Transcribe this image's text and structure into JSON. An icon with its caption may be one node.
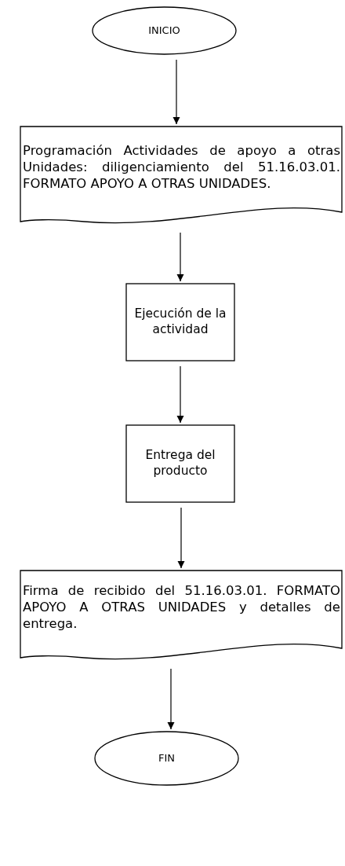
{
  "diagram": {
    "nodes": [
      {
        "text": [
          "INICIO"
        ]
      },
      {
        "text": [
          "Programación Actividades de apoyo a otras Unidades: diligenciamiento del 51.16.03.01. FORMATO APOYO A OTRAS UNIDADES."
        ]
      },
      {
        "text": [
          "Ejecución de la actividad"
        ]
      },
      {
        "text": [
          "Entrega del producto"
        ]
      },
      {
        "text": [
          "Firma de recibido del 51.16.03.01. FORMATO APOYO A OTRAS UNIDADES y detalles de entrega."
        ]
      },
      {
        "text": [
          "FIN"
        ]
      }
    ],
    "edges": [
      {
        "from": 0,
        "to": 1,
        "arrow": "to"
      },
      {
        "from": 1,
        "to": 2,
        "arrow": "to"
      },
      {
        "from": 2,
        "to": 3,
        "arrow": "to"
      },
      {
        "from": 3,
        "to": 4,
        "arrow": "to"
      },
      {
        "from": 4,
        "to": 5,
        "arrow": "to"
      }
    ]
  }
}
